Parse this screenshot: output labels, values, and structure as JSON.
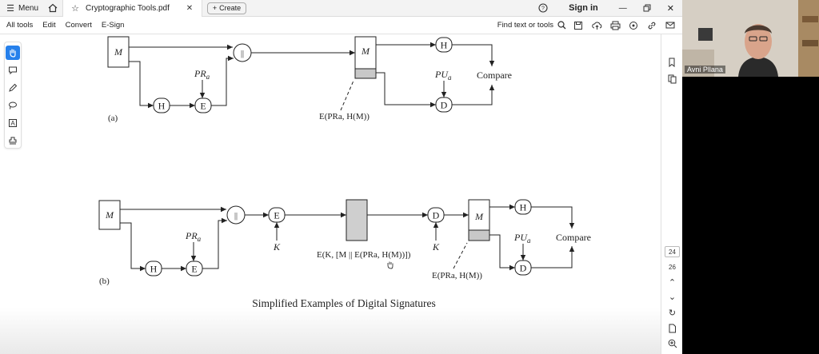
{
  "tabbar": {
    "menu_label": "Menu",
    "tab_title": "Cryptographic Tools.pdf",
    "create_label": "Create",
    "sign_in": "Sign in"
  },
  "toolbar": {
    "menu": [
      "All tools",
      "Edit",
      "Convert",
      "E-Sign"
    ],
    "find_placeholder": "Find text or tools"
  },
  "pages": {
    "current": "24",
    "next": "26"
  },
  "webcam": {
    "participant_name": "Avni Pllana"
  },
  "document": {
    "figure_a": {
      "label": "(a)",
      "m": "M",
      "h1": "H",
      "e": "E",
      "key": "PR",
      "key_sub": "a",
      "concat": "||",
      "m2": "M",
      "h2": "H",
      "d": "D",
      "pu": "PU",
      "pu_sub": "a",
      "compare": "Compare",
      "sig_label": "E(PRa, H(M))"
    },
    "figure_b": {
      "label": "(b)",
      "m": "M",
      "h1": "H",
      "e1": "E",
      "key": "PR",
      "key_sub": "a",
      "concat": "||",
      "e2": "E",
      "k1": "K",
      "d1": "D",
      "k2": "K",
      "m2": "M",
      "h2": "H",
      "d2": "D",
      "pu": "PU",
      "pu_sub": "a",
      "compare": "Compare",
      "cipher_label": "E(K, [M || E(PRa, H(M))])",
      "sig_label": "E(PRa, H(M))"
    },
    "caption": "Simplified Examples of Digital Signatures"
  }
}
